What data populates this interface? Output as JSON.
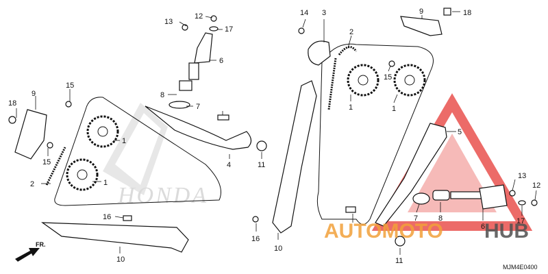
{
  "diagram": {
    "callouts": [
      "1",
      "2",
      "3",
      "4",
      "5",
      "6",
      "7",
      "8",
      "9",
      "10",
      "11",
      "12",
      "13",
      "14",
      "15",
      "16",
      "17",
      "18"
    ],
    "diagram_code": "MJM4E0400",
    "direction_label": "FR.",
    "emblem_text": "HONDA"
  },
  "watermark": {
    "part1": "AUTOMOTO",
    "part2": "HUB",
    "color_part1": "#f2a13a",
    "color_part2": "#505050",
    "triangle_color": "#e53935"
  }
}
